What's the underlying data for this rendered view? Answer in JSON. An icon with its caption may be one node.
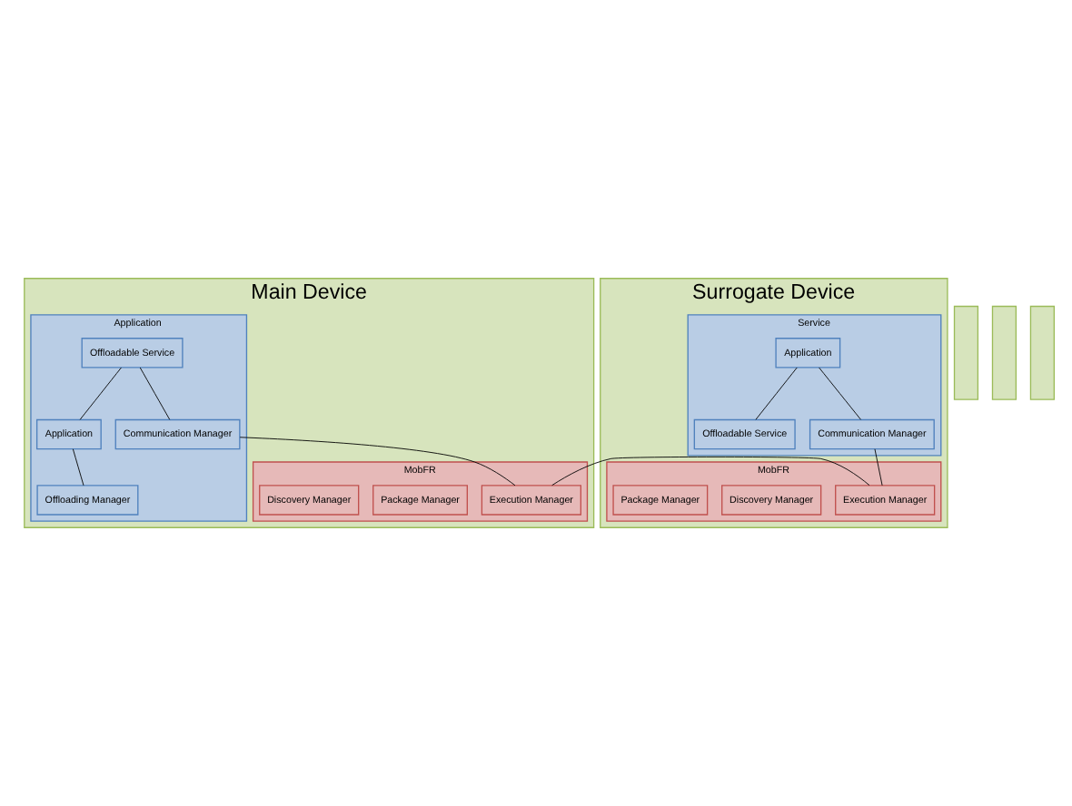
{
  "diagram": {
    "nodes": [
      {
        "text": [
          "Main Device"
        ]
      },
      {
        "text": [
          "Application"
        ],
        "in": 0
      },
      {
        "text": [
          "Offloadable Service"
        ],
        "in": 1
      },
      {
        "text": [
          "Application"
        ],
        "in": 1
      },
      {
        "text": [
          "Communication Manager"
        ],
        "in": 1
      },
      {
        "text": [
          "Offloading Manager"
        ],
        "in": 1
      },
      {
        "text": [
          "MobFR"
        ],
        "in": 0
      },
      {
        "text": [
          "Execution Manager"
        ],
        "in": 6
      },
      {
        "text": [
          "Package Manager"
        ],
        "in": 6
      },
      {
        "text": [
          "Discovery Manager"
        ],
        "in": 6
      },
      {
        "text": [
          "Surrogate Device"
        ]
      },
      {
        "text": [
          "Service"
        ],
        "in": 10
      },
      {
        "text": [
          "Application"
        ],
        "in": 11
      },
      {
        "text": [
          "Offloadable Service"
        ],
        "in": 11
      },
      {
        "text": [
          "Communication Manager"
        ],
        "in": 11
      },
      {
        "text": [
          "MobFR"
        ],
        "in": 10
      },
      {
        "text": [
          "Execution Manager"
        ],
        "in": 15
      },
      {
        "text": [
          "Discovery Manager"
        ],
        "in": 15
      },
      {
        "text": [
          "Package Manager"
        ],
        "in": 15
      },
      {
        "text": [],
        "shape": "box"
      },
      {
        "text": [],
        "shape": "box"
      },
      {
        "text": [],
        "shape": "box"
      }
    ],
    "edges": [
      {
        "from": 2,
        "to": 3,
        "arrow": "none"
      },
      {
        "from": 2,
        "to": 4,
        "arrow": "none"
      },
      {
        "from": 3,
        "to": 5,
        "arrow": "none"
      },
      {
        "from": 4,
        "to": 7,
        "arrow": "none"
      },
      {
        "from": 12,
        "to": 13,
        "arrow": "none"
      },
      {
        "from": 12,
        "to": 14,
        "arrow": "none"
      },
      {
        "from": 14,
        "to": 16,
        "arrow": "none"
      },
      {
        "from": 7,
        "to": 16,
        "arrow": "none"
      }
    ]
  }
}
